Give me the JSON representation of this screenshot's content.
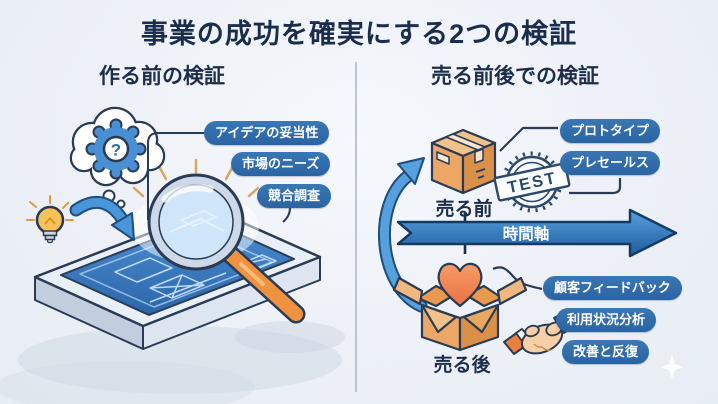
{
  "title": "事業の成功を確実にする2つの検証",
  "left_panel": {
    "heading": "作る前の検証",
    "question_mark": "?",
    "labels": {
      "idea": "アイデアの妥当性",
      "market": "市場のニーズ",
      "competitor": "競合調査"
    }
  },
  "right_panel": {
    "heading": "売る前後での検証",
    "before_label": "売る前",
    "after_label": "売る後",
    "stamp_text": "TEST",
    "timeline_label": "時間軸",
    "before_tags": {
      "prototype": "プロトタイプ",
      "presales": "プレセールス"
    },
    "after_tags": {
      "feedback": "顧客フィードバック",
      "usage": "利用状況分析",
      "improve": "改善と反復"
    }
  },
  "colors": {
    "heading_navy": "#1c2e4a",
    "pill_blue": "#2e6ba8",
    "arrow_blue": "#3f85c9",
    "timeline_dark_blue": "#1e5c9f",
    "outline_navy": "#2a3b55",
    "cardboard_tan": "#e8a25c",
    "handle_orange": "#ee9140",
    "heart_orange": "#ec6f43",
    "blueprint_blue": "#3c7cc0",
    "background": "#edf1f7"
  }
}
